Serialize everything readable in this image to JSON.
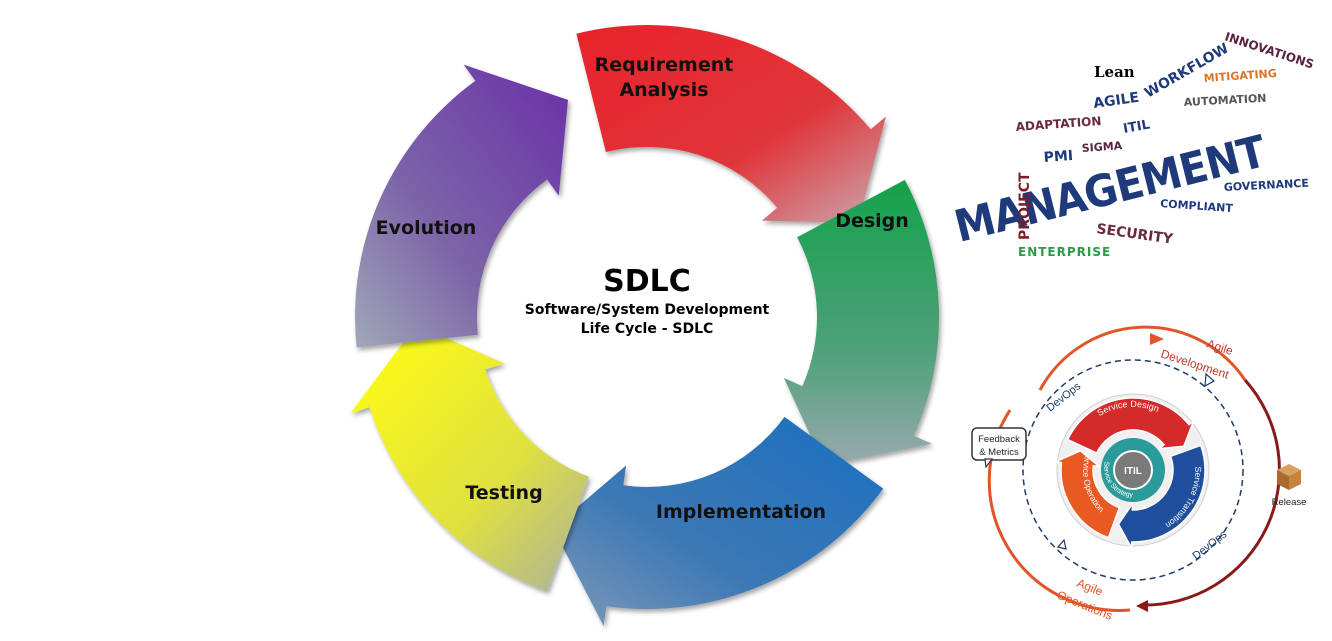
{
  "sdlc": {
    "title": "SDLC",
    "subtitle_line1": "Software/System Development",
    "subtitle_line2": "Life Cycle - SDLC",
    "phases": [
      {
        "line1": "Requirement",
        "line2": "Analysis",
        "color": "#e8232a"
      },
      {
        "line1": "Design",
        "line2": "",
        "color": "#1aa54b"
      },
      {
        "line1": "Implementation",
        "line2": "",
        "color": "#1c6db8"
      },
      {
        "line1": "Testing",
        "line2": "",
        "color": "#f2ee1c"
      },
      {
        "line1": "Evolution",
        "line2": "",
        "color": "#6e3aa8"
      }
    ]
  },
  "word_cloud": {
    "words": [
      {
        "text": "INNOVATIONS",
        "color": "#5a2340"
      },
      {
        "text": "Lean",
        "color": "#000000"
      },
      {
        "text": "WORKFLOW",
        "color": "#1e3a7a"
      },
      {
        "text": "MITIGATING",
        "color": "#d9742a"
      },
      {
        "text": "AGILE",
        "color": "#1e3a7a"
      },
      {
        "text": "AUTOMATION",
        "color": "#555555"
      },
      {
        "text": "ADAPTATION",
        "color": "#6b2a3a"
      },
      {
        "text": "ITIL",
        "color": "#1e3a7a"
      },
      {
        "text": "SIGMA",
        "color": "#5a2340"
      },
      {
        "text": "PMI",
        "color": "#1e3a7a"
      },
      {
        "text": "MANAGEMENT",
        "color": "#1e3a7a"
      },
      {
        "text": "GOVERNANCE",
        "color": "#1e3a7a"
      },
      {
        "text": "PROJECT",
        "color": "#7a1f2a"
      },
      {
        "text": "COMPLIANT",
        "color": "#1e3a7a"
      },
      {
        "text": "SECURITY",
        "color": "#6b2a3a"
      },
      {
        "text": "ENTERPRISE",
        "color": "#2e9a45"
      }
    ]
  },
  "itil_devops": {
    "agile_development": [
      "Agile",
      "Development"
    ],
    "agile_operations": [
      "Agile",
      "Operations"
    ],
    "devops_label": "DevOps",
    "feedback": [
      "Feedback",
      "& Metrics"
    ],
    "release": "Release",
    "center": "ITIL",
    "service_design": "Service Design",
    "service_transition": "Service Transition",
    "service_operation": "Service Operation",
    "service_strategy": "Service Strategy",
    "colors": {
      "design": "#d42a2a",
      "transition": "#1f4f9c",
      "operation": "#e85a22",
      "strategy": "#2a9a9a",
      "orange_arc": "#e0552a",
      "dark_arc": "#8a1a1a"
    }
  }
}
